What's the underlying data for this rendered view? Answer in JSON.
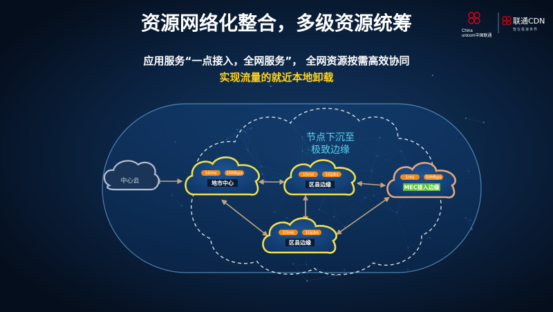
{
  "title": "资源网络化整合，多级资源统筹",
  "subtitle": "应用服务“一点接入，全网服务”， 全网资源按需高效协同",
  "highlight": "实现流量的就近本地卸载",
  "annotation": [
    "节点下沉至",
    "极致边缘"
  ],
  "logos": {
    "unicom_line1": "China",
    "unicom_line2": "unicom中国联通",
    "cdn_name": "联通CDN",
    "cdn_tagline": "智在极速世界"
  },
  "nodes": {
    "center": {
      "label": "中心云"
    },
    "city": {
      "label": "地市中心",
      "latency": "50ms",
      "bandwidth": "20Mbps"
    },
    "county_top": {
      "label": "区县边缘",
      "latency": "10ms",
      "bandwidth": "1Gpbs"
    },
    "county_bottom": {
      "label": "区县边缘",
      "latency": "10ms",
      "bandwidth": "1Gpbs"
    },
    "mec": {
      "label": "MEC接入边缘",
      "latency": "1ms",
      "bandwidth": "50Mbps"
    }
  },
  "colors": {
    "background": "#071426",
    "cloud_outline": "#f3e14a",
    "mec_outline": "#e8a87c",
    "pill": "#f08a1c",
    "mec_label": "#5bc236",
    "arrow": "#c2a882",
    "title": "#ffffff",
    "highlight": "#ffd21e",
    "annotation": "#5ad2f0"
  }
}
